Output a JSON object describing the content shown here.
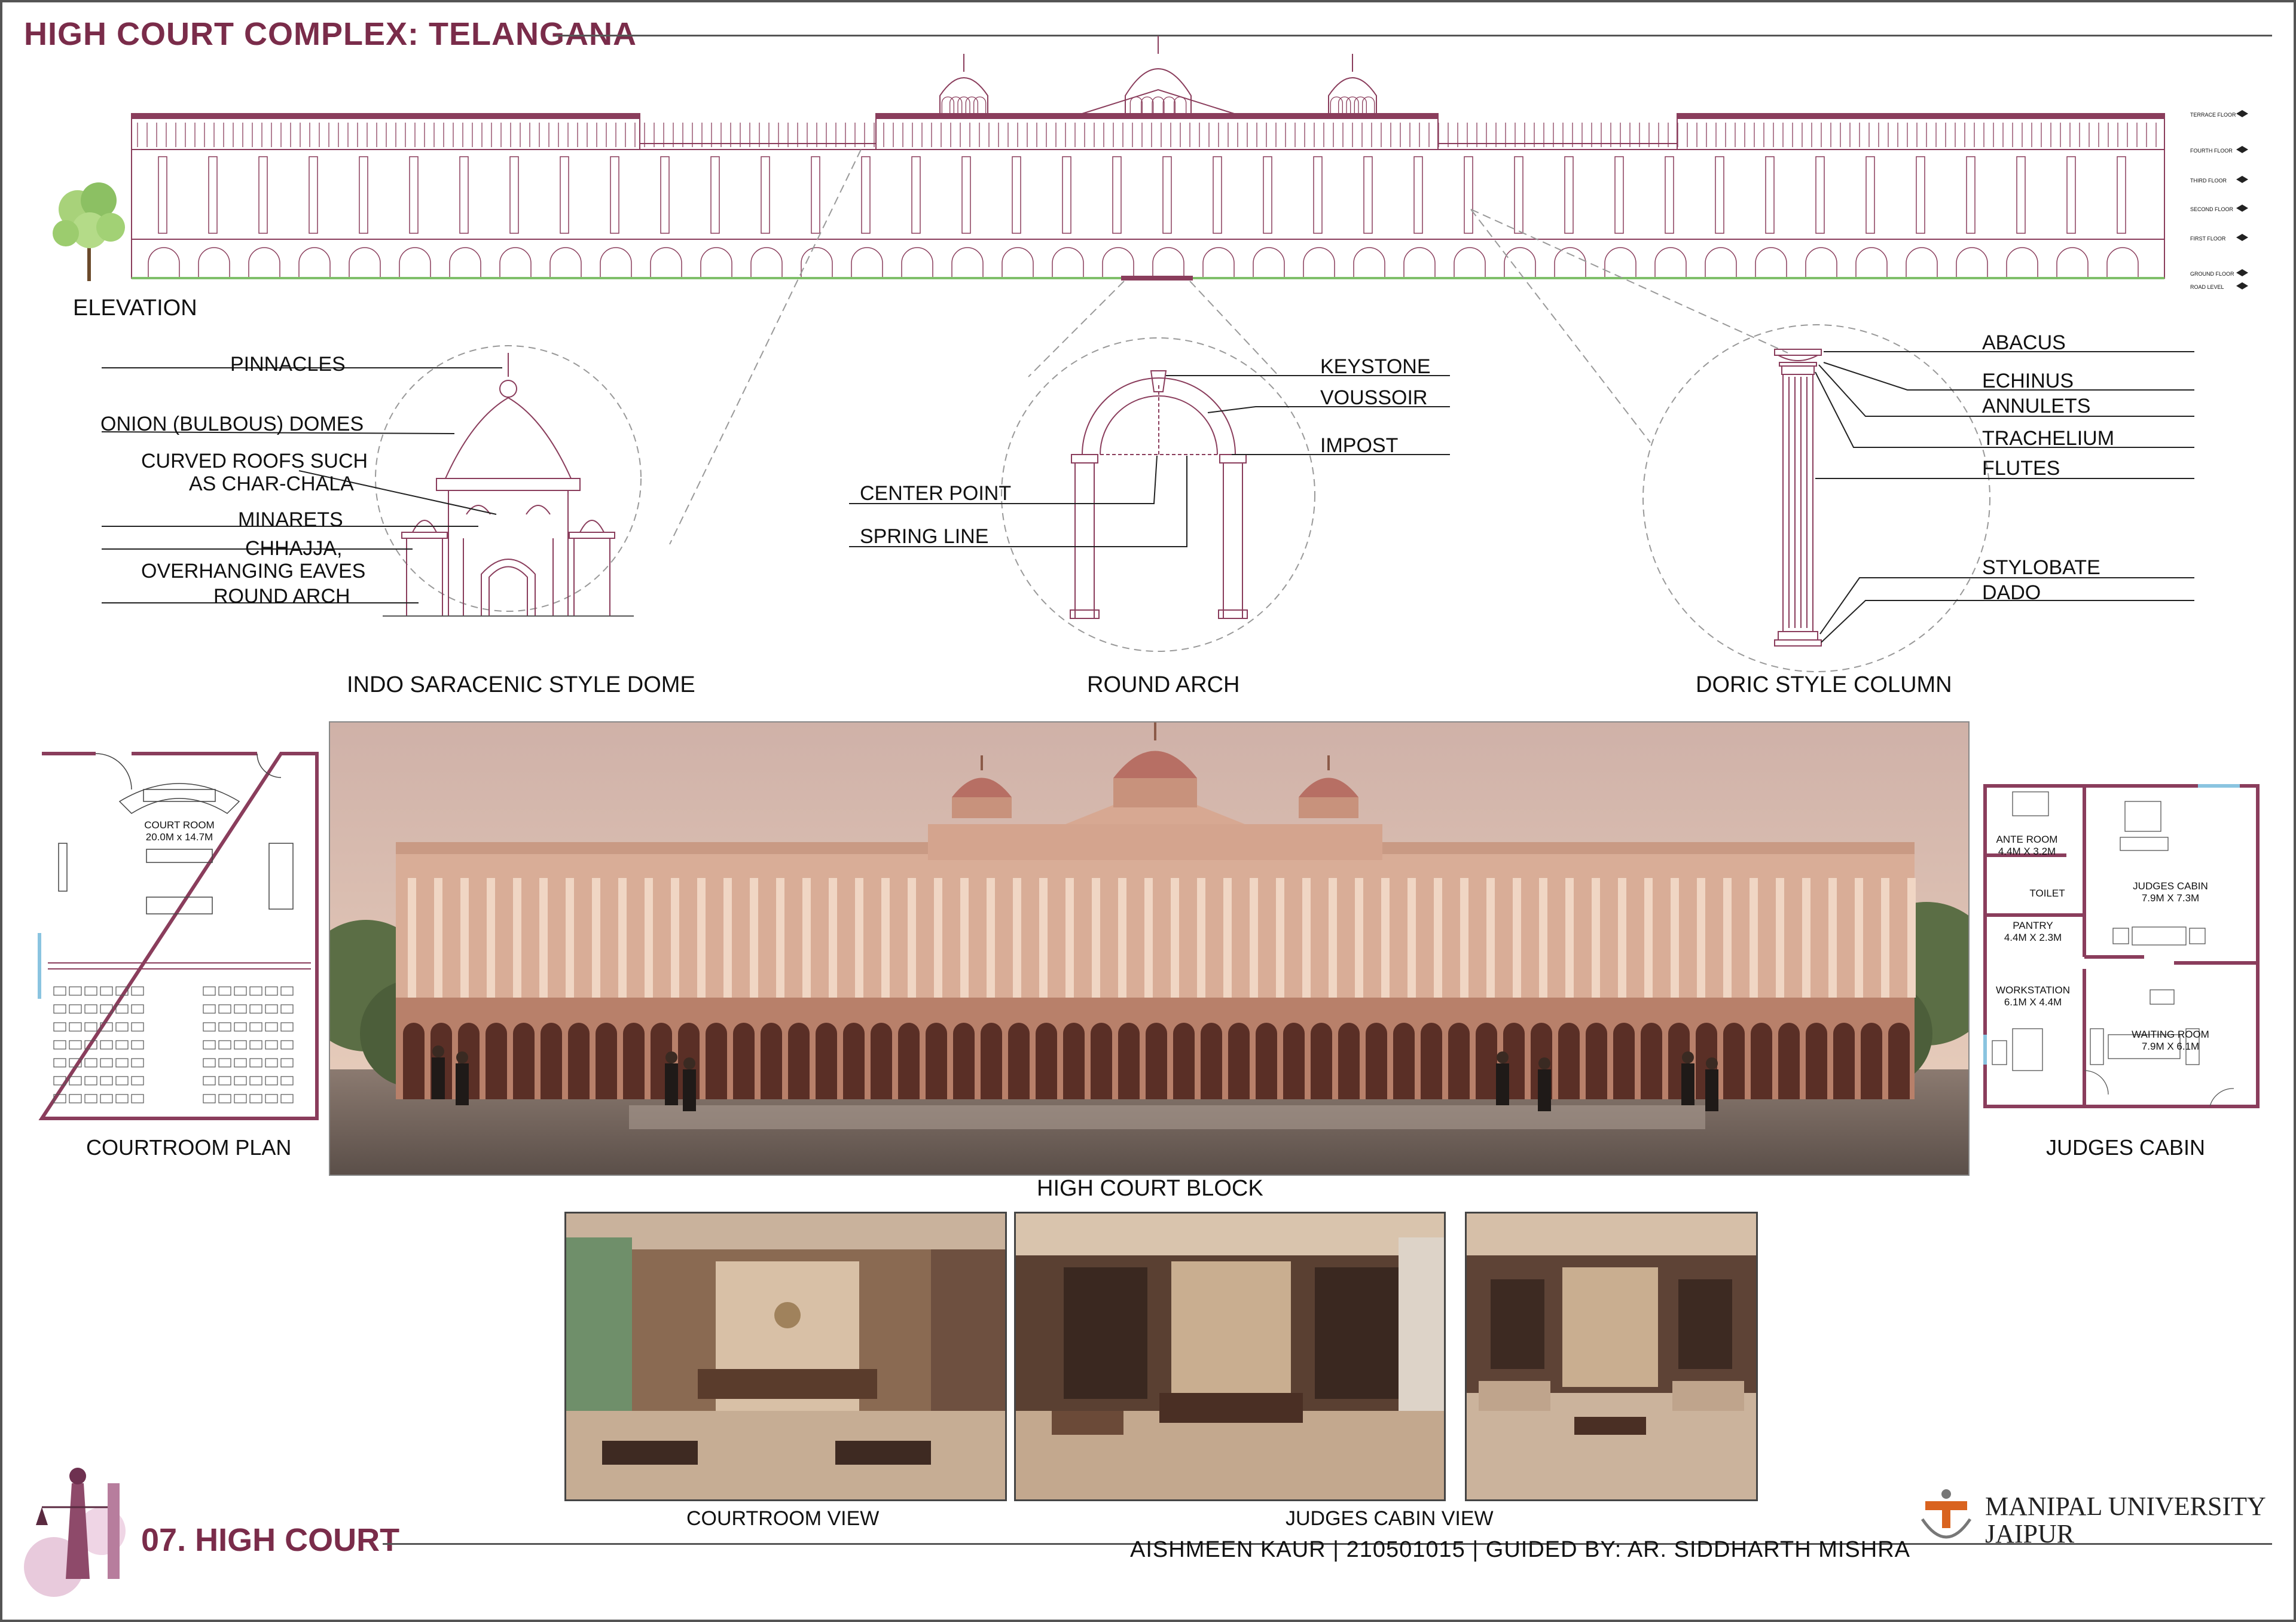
{
  "sheet": {
    "title": "HIGH COURT COMPLEX: TELANGANA",
    "section": "07. HIGH COURT",
    "credits": "AISHMEEN KAUR | 210501015 | GUIDED BY: AR. SIDDHARTH MISHRA",
    "university_line1": "MANIPAL UNIVERSITY",
    "university_line2": "JAIPUR"
  },
  "elevation": {
    "caption": "ELEVATION",
    "level_labels": [
      "TERRACE FLOOR",
      "FOURTH FLOOR",
      "THIRD FLOOR",
      "SECOND FLOOR",
      "FIRST FLOOR",
      "GROUND FLOOR",
      "ROAD LEVEL"
    ]
  },
  "dome": {
    "caption": "INDO SARACENIC STYLE DOME",
    "labels": [
      "PINNACLES",
      "ONION (BULBOUS) DOMES",
      "CURVED ROOFS SUCH",
      "AS CHAR-CHALA",
      "MINARETS",
      "CHHAJJA,",
      "OVERHANGING EAVES",
      "ROUND ARCH"
    ]
  },
  "arch": {
    "caption": "ROUND ARCH",
    "labels_right": [
      "KEYSTONE",
      "VOUSSOIR",
      "IMPOST"
    ],
    "labels_left": [
      "CENTER POINT",
      "SPRING LINE"
    ]
  },
  "column": {
    "caption": "DORIC STYLE COLUMN",
    "labels": [
      "ABACUS",
      "ECHINUS",
      "ANNULETS",
      "TRACHELIUM",
      "FLUTES",
      "STYLOBATE",
      "DADO"
    ]
  },
  "courtroom_plan": {
    "caption": "COURTROOM PLAN",
    "room_name": "COURT ROOM",
    "room_size": "20.0M x 14.7M"
  },
  "judges_cabin_plan": {
    "caption": "JUDGES CABIN",
    "rooms": [
      {
        "name": "ANTE ROOM",
        "size": "4.4M X 3.2M"
      },
      {
        "name": "TOILET",
        "size": ""
      },
      {
        "name": "JUDGES CABIN",
        "size": "7.9M X 7.3M"
      },
      {
        "name": "PANTRY",
        "size": "4.4M X 2.3M"
      },
      {
        "name": "WORKSTATION",
        "size": "6.1M X 4.4M"
      },
      {
        "name": "WAITING ROOM",
        "size": "7.9M X 6.1M"
      }
    ]
  },
  "renders": {
    "main_caption": "HIGH COURT BLOCK",
    "courtroom_view_caption": "COURTROOM VIEW",
    "judges_cabin_view_caption": "JUDGES CABIN VIEW"
  },
  "colors": {
    "accent": "#7a2c4a",
    "line": "#8a3d5c",
    "render_sky": "#e7c7b6",
    "render_facade": "#d9ad97"
  }
}
